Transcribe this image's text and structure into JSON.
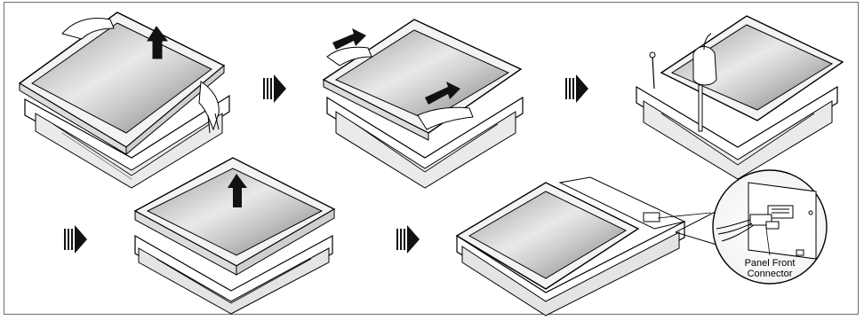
{
  "figure": {
    "steps": [
      {
        "id": 1,
        "action": "lift front cover up"
      },
      {
        "id": 2,
        "action": "slide panel off"
      },
      {
        "id": 3,
        "action": "remove screws"
      },
      {
        "id": 4,
        "action": "lift panel up"
      },
      {
        "id": 5,
        "action": "disconnect panel front connector"
      }
    ],
    "callout": {
      "line1": "Panel Front",
      "line2": "Connector"
    },
    "colors": {
      "outline": "#000000",
      "arrow_fill": "#111111",
      "screen_dark": "#8a8a8a",
      "screen_light": "#e6e6e6",
      "frame": "#6e6e6e"
    }
  }
}
